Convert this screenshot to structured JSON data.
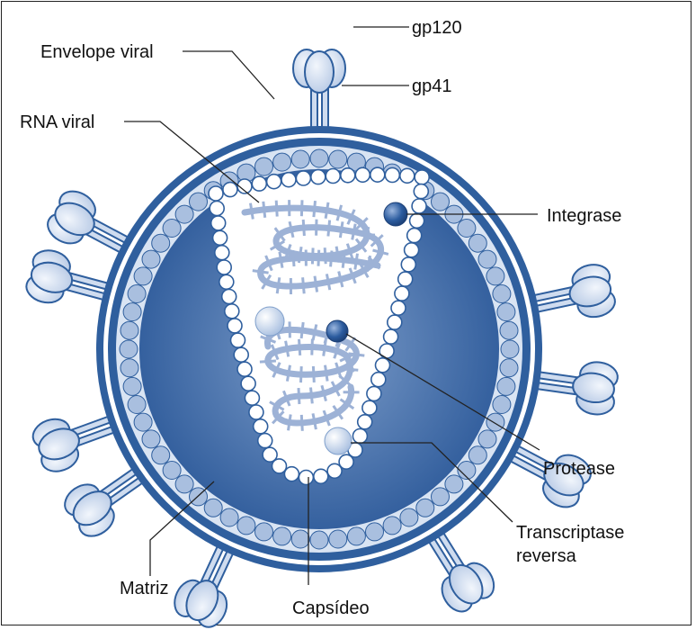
{
  "labels": {
    "gp120": "gp120",
    "gp41": "gp41",
    "envelope": "Envelope viral",
    "rna": "RNA viral",
    "integrase": "Integrase",
    "protease": "Protease",
    "transcriptase_line1": "Transcriptase",
    "transcriptase_line2": "reversa",
    "matriz": "Matriz",
    "capsideo": "Capsídeo"
  },
  "colors": {
    "envelope": "#2f5f9e",
    "membrane": "#d9e4f3",
    "matrix_bead": "#a9bfdf",
    "interior_dark": "#2d5a9a",
    "interior_light": "#7f9fcb",
    "capsid_bead": "#ffffff",
    "rna": "#9db2d6",
    "enzyme_dark": "#2c5c9f",
    "enzyme_light": "#c7d6ec",
    "spike": "#cfdcef"
  }
}
